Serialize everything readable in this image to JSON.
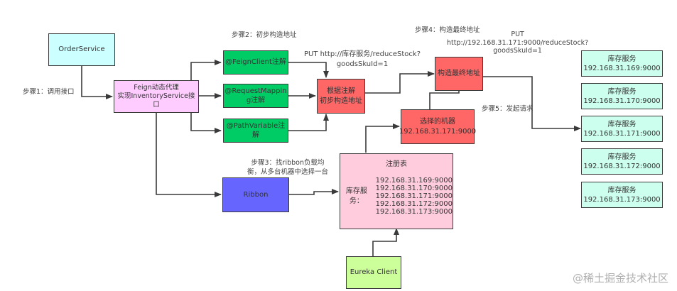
{
  "colors": {
    "client": "#ccffff",
    "proxy": "#ffccff",
    "annotation": "#00cc66",
    "address": "#ff6666",
    "ribbon": "#6666ff",
    "registry": "#ffccdd",
    "eureka": "#ccff99",
    "service": "#ccffee",
    "edge": "#3a3a3a"
  },
  "nodes": {
    "order_service": "OrderService",
    "feign_proxy": [
      "Feign动态代理",
      "实现InventoryService接",
      "口"
    ],
    "feign_client": "@FeignClient注解",
    "request_mapping": [
      "@RequestMappin",
      "g注解"
    ],
    "path_variable": [
      "@PathVariable注",
      "解"
    ],
    "initial_address": [
      "根据注解",
      "初步构造地址"
    ],
    "final_address": "构造最终地址",
    "selected_machine": [
      "选择的机器",
      "192.168.31.171:9000"
    ],
    "ribbon": "Ribbon",
    "registry": {
      "title": "注册表",
      "service_label": "库存服务：",
      "addresses": [
        "192.168.31.169:9000",
        "192.168.31.170:9000",
        "192.168.31.171:9000",
        "192.168.31.172:9000",
        "192.168.31.173:9000"
      ]
    },
    "eureka_client": "Eureka Client",
    "inventory_services": [
      {
        "name": "库存服务",
        "address": "192.168.31.169:9000"
      },
      {
        "name": "库存服务",
        "address": "192.168.31.170:9000"
      },
      {
        "name": "库存服务",
        "address": "192.168.31.171:9000"
      },
      {
        "name": "库存服务",
        "address": "192.168.31.172:9000"
      },
      {
        "name": "库存服务",
        "address": "192.168.31.173:9000"
      }
    ]
  },
  "labels": {
    "step1": "步骤1：调用接口",
    "step2": "步骤2：初步构造地址",
    "step3": [
      "步骤3：找ribbon负载均",
      "衡，从多台机器中选择一台"
    ],
    "step4": "步骤4：构造最终地址",
    "step5": "步骤5：发起请求",
    "initial_url": [
      "PUT http://库存服务/reduceStock?",
      "goodsSkuId=1"
    ],
    "final_url": [
      "PUT",
      "http://192.168.31.171:9000/reduceStock?",
      "goodsSkuId=1"
    ]
  },
  "watermark": "@稀土掘金技术社区"
}
